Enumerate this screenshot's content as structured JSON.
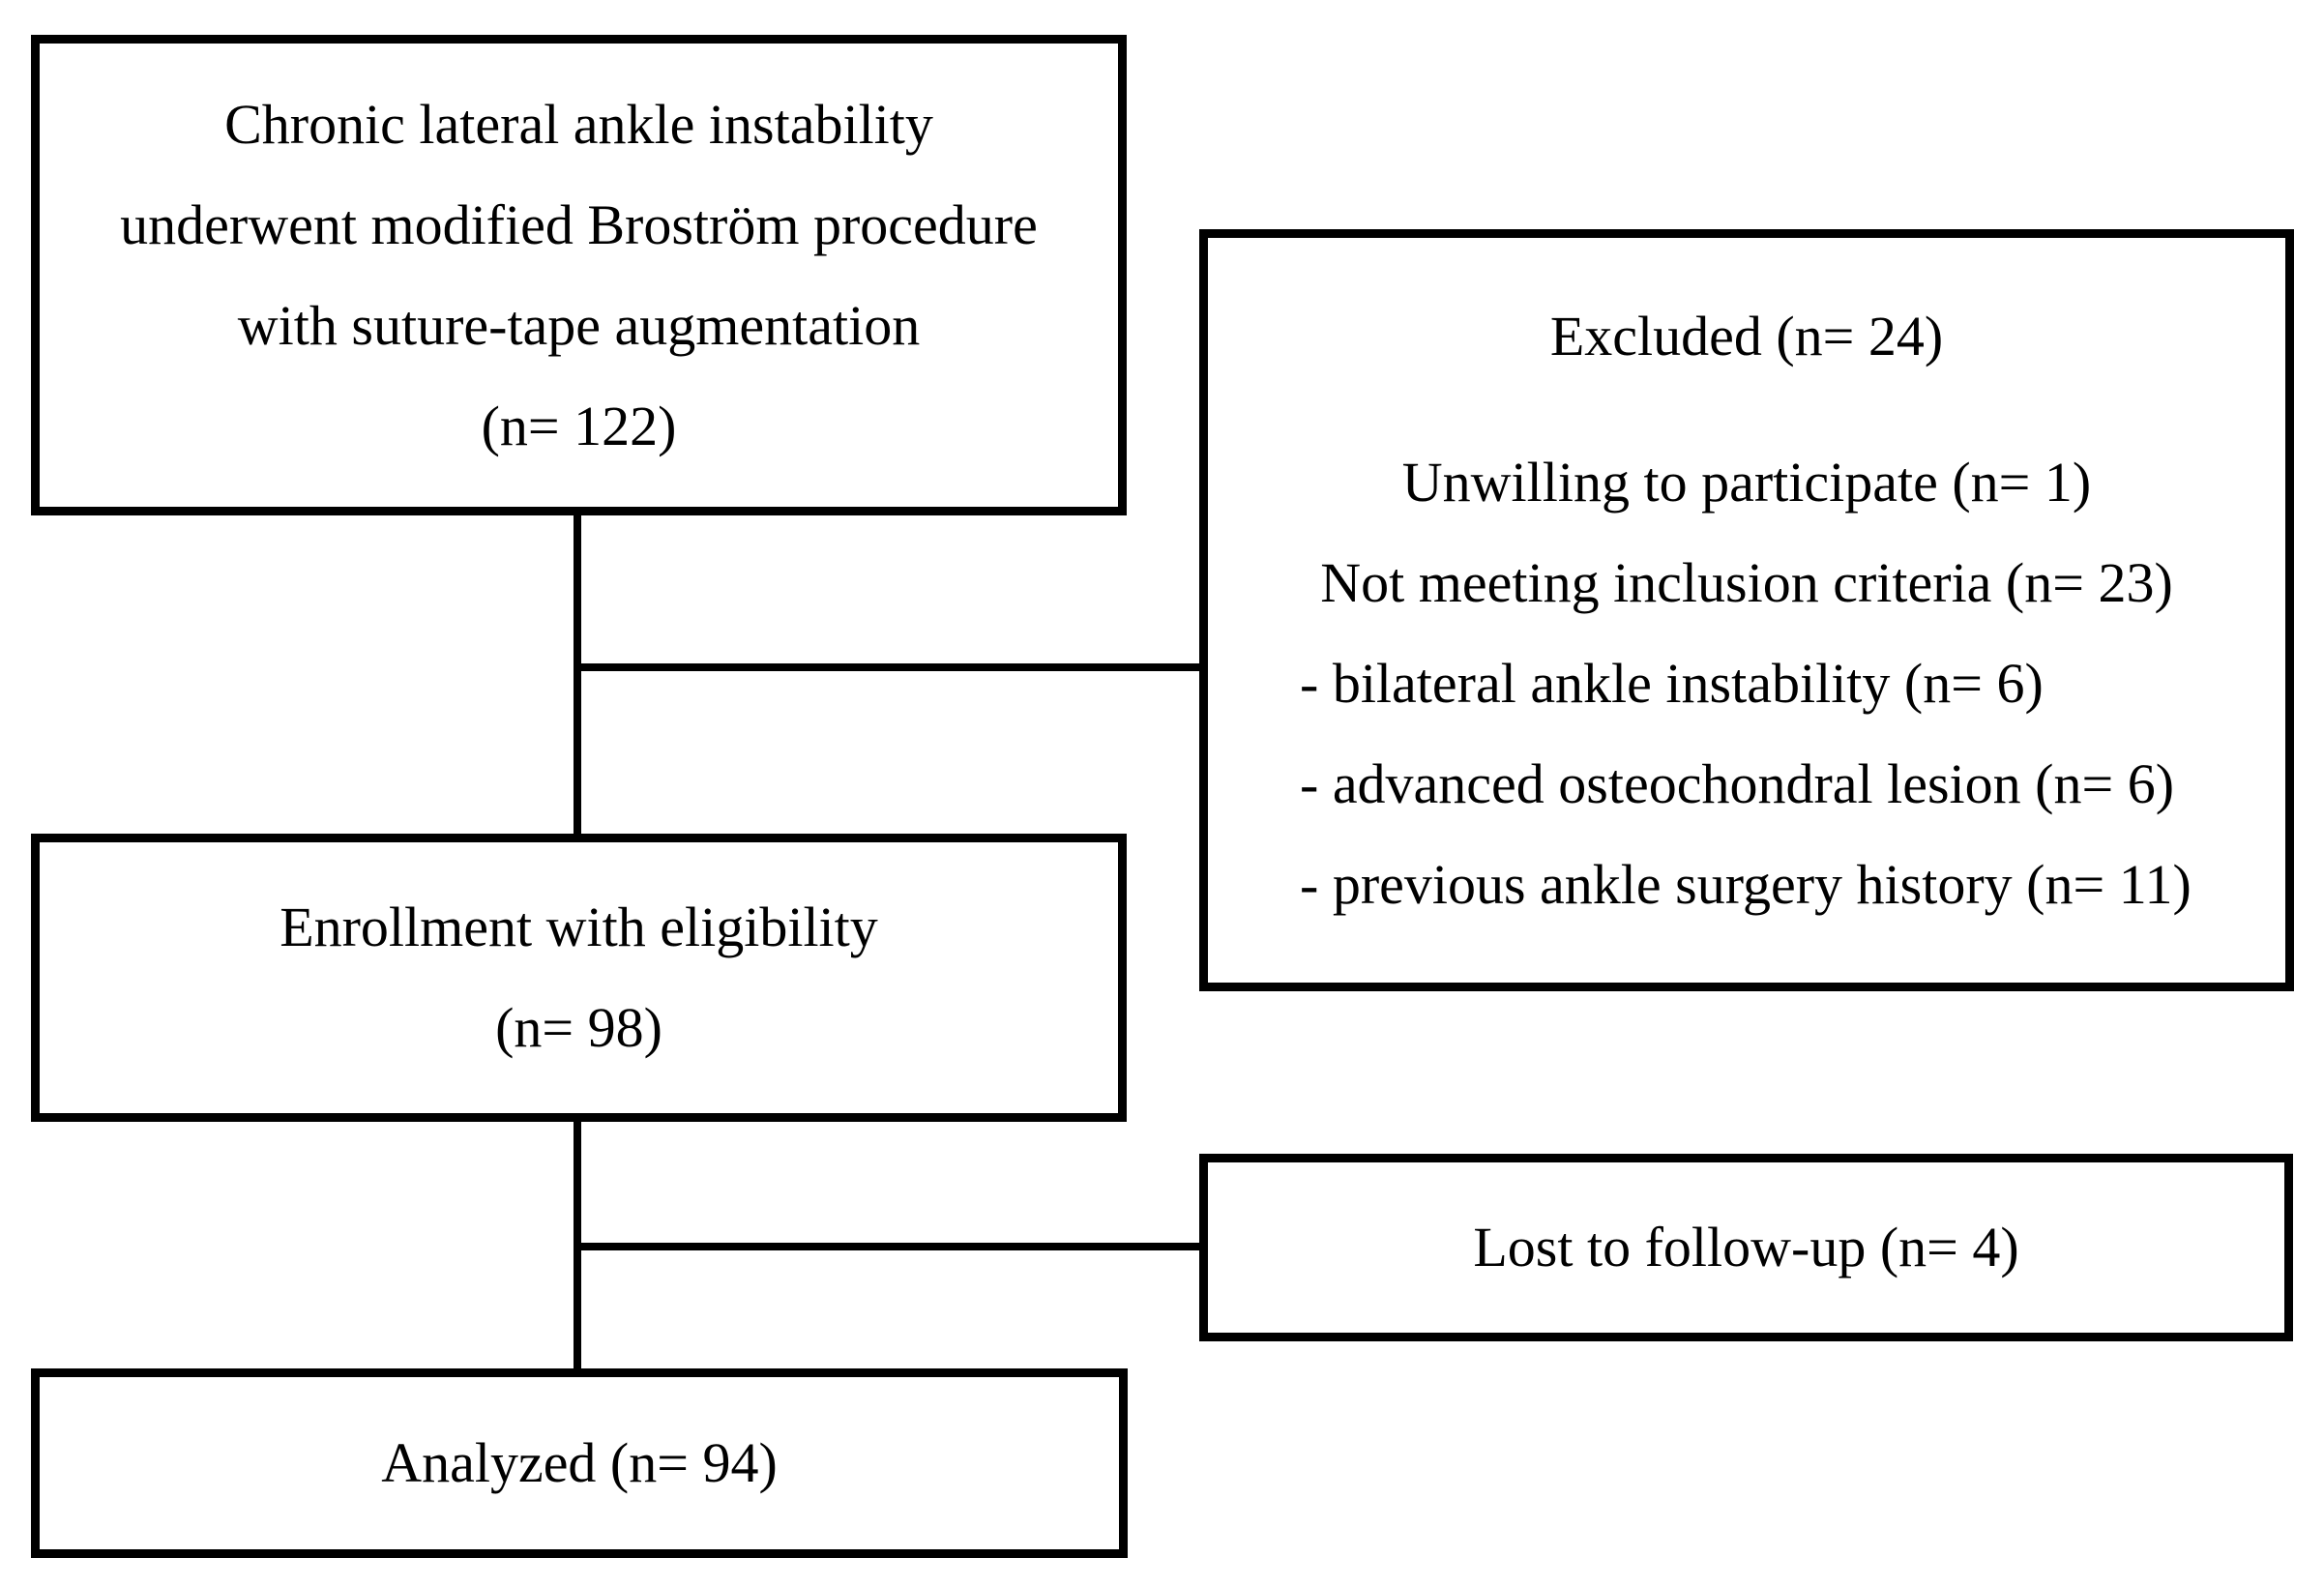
{
  "flowchart": {
    "kind": "participant-flow-diagram",
    "colors": {
      "background": "#ffffff",
      "border": "#000000",
      "text": "#000000"
    },
    "boxes": {
      "initial": {
        "lines": [
          "Chronic lateral ankle instability",
          "underwent modified Broström procedure",
          "with suture-tape augmentation",
          "(n= 122)"
        ],
        "n": 122
      },
      "excluded": {
        "title": "Excluded (n= 24)",
        "n": 24,
        "reasons_centered": [
          "Unwilling to participate (n= 1)",
          "Not meeting inclusion criteria (n= 23)"
        ],
        "reasons_indented": [
          "- bilateral ankle instability (n= 6)",
          "- advanced osteochondral lesion (n= 6)",
          "- previous ankle surgery history (n= 11)"
        ]
      },
      "enrollment": {
        "lines": [
          "Enrollment with eligibility",
          "(n= 98)"
        ],
        "n": 98
      },
      "lost": {
        "label": "Lost to follow-up (n= 4)",
        "n": 4
      },
      "analyzed": {
        "label": "Analyzed (n= 94)",
        "n": 94
      }
    }
  }
}
